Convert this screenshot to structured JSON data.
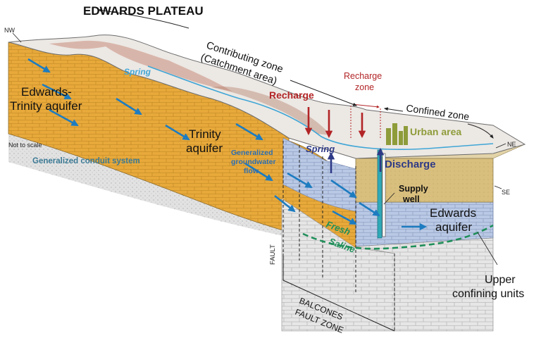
{
  "title": "EDWARDS PLATEAU",
  "directions": {
    "nw": "NW",
    "ne": "NE",
    "se": "SE"
  },
  "zones": {
    "contributing_line1": "Contributing zone",
    "contributing_line2": "(Catchment area)",
    "recharge_zone_line1": "Recharge",
    "recharge_zone_line2": "zone",
    "confined": "Confined zone"
  },
  "labels": {
    "recharge": "Recharge",
    "urban_area": "Urban area",
    "spring_upper": "Spring",
    "spring_lower": "Spring",
    "discharge": "Discharge",
    "supply_well_line1": "Supply",
    "supply_well_line2": "well",
    "edwards_trinity_line1": "Edwards-",
    "edwards_trinity_line2": "Trinity aquifer",
    "trinity_line1": "Trinity",
    "trinity_line2": "aquifer",
    "gw_flow_line1": "Generalized",
    "gw_flow_line2": "groundwater",
    "gw_flow_line3": "flow",
    "conduit_system": "Generalized conduit system",
    "not_to_scale": "Not to scale",
    "edwards_aquifer_line1": "Edwards",
    "edwards_aquifer_line2": "aquifer",
    "fresh": "Fresh",
    "saline": "Saline",
    "fault": "FAULT",
    "balcones_line1": "BALCONES",
    "balcones_line2": "FAULT ZONE",
    "upper_confining_line1": "Upper",
    "upper_confining_line2": "confining units"
  },
  "colors": {
    "aquifer_orange": "#E8A93B",
    "confining_tan": "#D9BF7E",
    "edwards_blue": "#B9C8E4",
    "base_gray": "#E3E3E3",
    "surface_white": "#ECE8E4",
    "recharge_red": "#B22426",
    "discharge_navy": "#2E3A86",
    "flow_blue": "#1D7CC0",
    "spring_cyan": "#3FA6D6",
    "urban_green": "#8E9C3A",
    "fresh_saline_green": "#1F8F5A",
    "label_teal": "#3C7A95"
  }
}
